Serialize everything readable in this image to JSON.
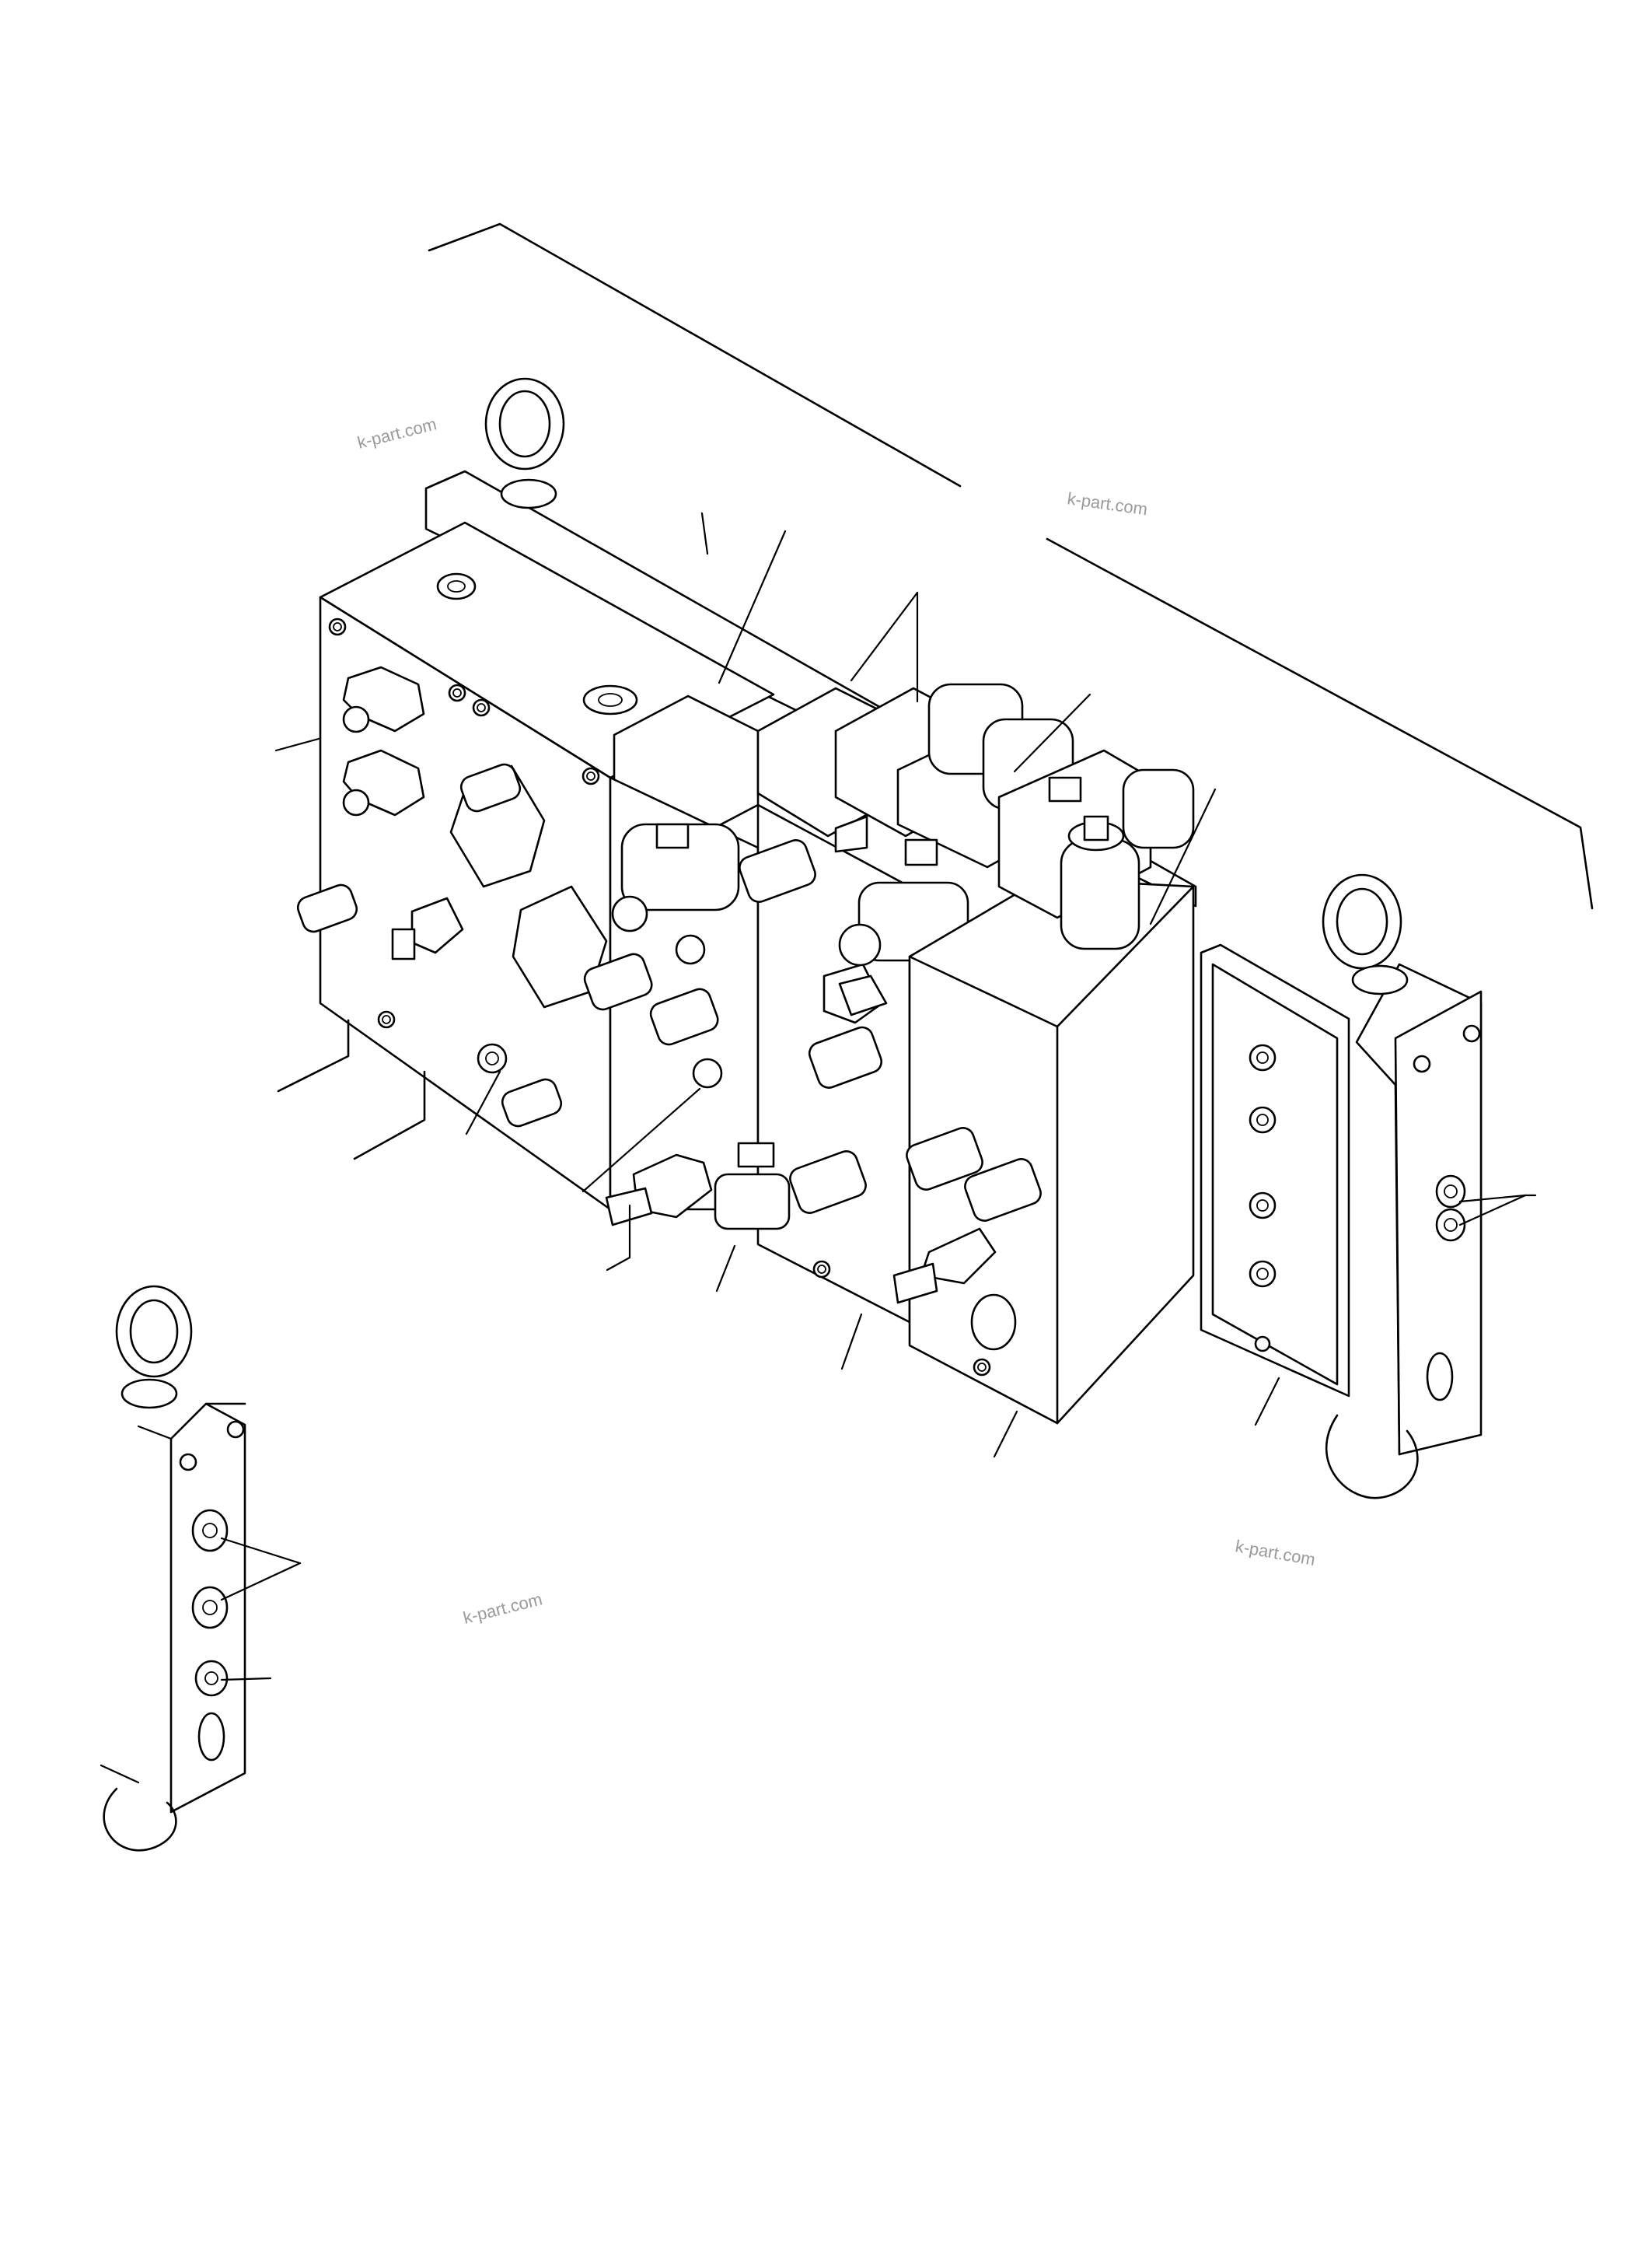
{
  "watermarks": [
    {
      "text": "k-part.com"
    },
    {
      "text": "k-part.com"
    },
    {
      "text": "k-part.com"
    },
    {
      "text": "k-part.com"
    }
  ],
  "drawing": {
    "subject": "hydraulic valve block assembly exploded view",
    "line_color": "#000000",
    "background": "#ffffff",
    "watermark_color": "#9a9a9a"
  }
}
